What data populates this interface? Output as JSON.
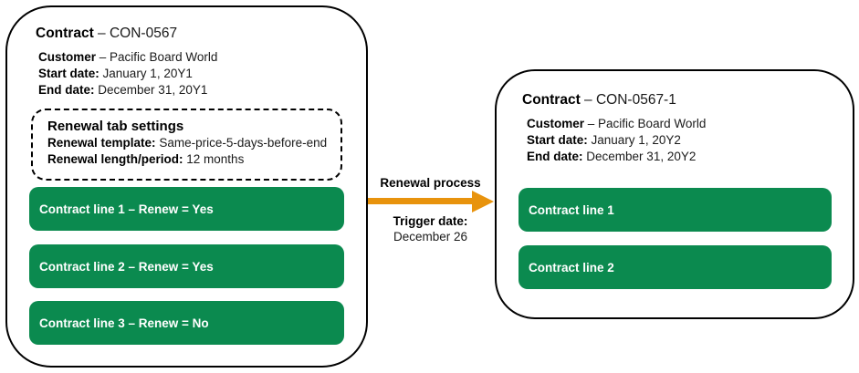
{
  "diagram": {
    "colors": {
      "card_border": "#000000",
      "contract_line_fill": "#0b8a4f",
      "contract_line_text": "#ffffff",
      "arrow": "#e8930d",
      "body_text": "#1a1a1a",
      "background": "#ffffff"
    }
  },
  "source_contract": {
    "title": {
      "label": "Contract",
      "value": "– CON-0567"
    },
    "fields": [
      {
        "label": "Customer",
        "value": "– Pacific Board World"
      },
      {
        "label": "Start date:",
        "value": "January 1, 20Y1"
      },
      {
        "label": "End date:",
        "value": "December 31, 20Y1"
      }
    ],
    "renewal_settings": {
      "title": "Renewal tab settings",
      "fields": [
        {
          "label": "Renewal template:",
          "value": "Same-price-5-days-before-end"
        },
        {
          "label": "Renewal length/period:",
          "value": "12 months"
        }
      ]
    },
    "lines": [
      {
        "text": "Contract line 1 – Renew = Yes"
      },
      {
        "text": "Contract line 2 – Renew = Yes"
      },
      {
        "text": "Contract line 3 – Renew = No"
      }
    ]
  },
  "process": {
    "label": "Renewal process",
    "trigger": {
      "label": "Trigger date:",
      "value": "December 26"
    }
  },
  "renewed_contract": {
    "title": {
      "label": "Contract",
      "value": "– CON-0567-1"
    },
    "fields": [
      {
        "label": "Customer",
        "value": "– Pacific Board World"
      },
      {
        "label": "Start date:",
        "value": "January 1, 20Y2"
      },
      {
        "label": "End date:",
        "value": "December 31, 20Y2"
      }
    ],
    "lines": [
      {
        "text": "Contract line 1"
      },
      {
        "text": "Contract line 2"
      }
    ]
  }
}
